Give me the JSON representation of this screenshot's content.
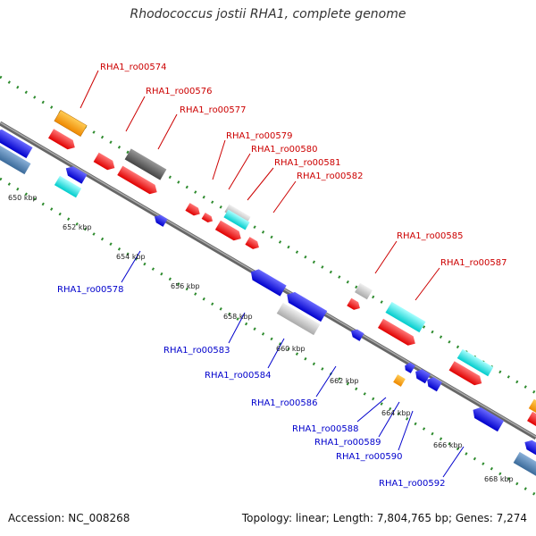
{
  "title": "Rhodococcus jostii RHA1, complete genome",
  "footer": {
    "accession": "Accession: NC_008268",
    "summary": "Topology: linear; Length: 7,804,765 bp; Genes: 7,274"
  },
  "colors": {
    "axis": "#888888",
    "tick": "#2e8b2e",
    "top_label": "#cc0000",
    "bottom_label": "#0000cc",
    "red": "#ff1111",
    "blue": "#1a1aee",
    "cyan": "#22e6e6",
    "orange": "#ff9900",
    "dark_gray": "#555555",
    "light_gray": "#c8c8c8",
    "steel_blue": "#4a7fb5"
  },
  "scale_labels": [
    "650 kbp",
    "652 kbp",
    "654 kbp",
    "656 kbp",
    "658 kbp",
    "660 kbp",
    "662 kbp",
    "664 kbp",
    "666 kbp",
    "668 kbp"
  ],
  "top_labels": [
    "RHA1_ro00574",
    "RHA1_ro00576",
    "RHA1_ro00577",
    "RHA1_ro00579",
    "RHA1_ro00580",
    "RHA1_ro00581",
    "RHA1_ro00582",
    "RHA1_ro00585",
    "RHA1_ro00587"
  ],
  "bottom_labels": [
    "RHA1_ro00578",
    "RHA1_ro00583",
    "RHA1_ro00584",
    "RHA1_ro00586",
    "RHA1_ro00588",
    "RHA1_ro00589",
    "RHA1_ro00590",
    "RHA1_ro00592"
  ]
}
